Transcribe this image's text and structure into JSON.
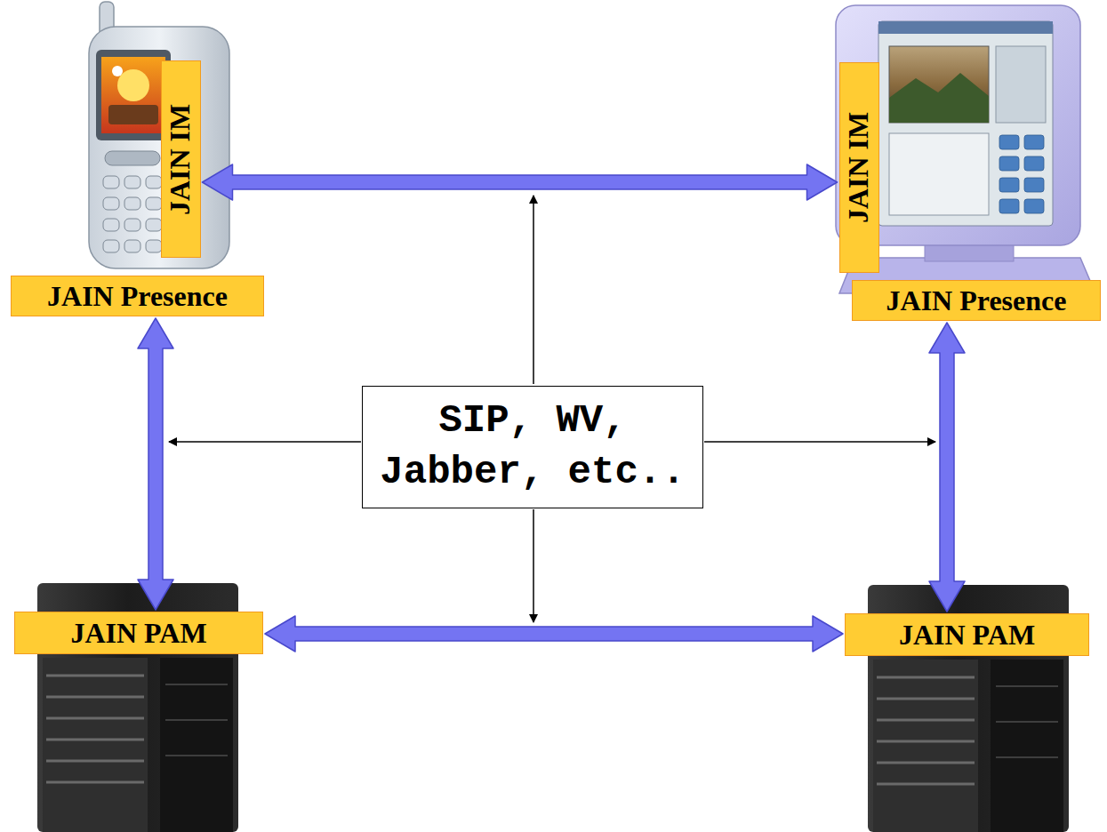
{
  "diagram": {
    "nodes": [
      {
        "text": [
          "JAIN IM"
        ]
      },
      {
        "text": [
          "JAIN IM"
        ]
      },
      {
        "text": [
          "JAIN Presence"
        ]
      },
      {
        "text": [
          "JAIN Presence"
        ]
      },
      {
        "text": [
          "SIP, WV, Jabber, etc.."
        ]
      },
      {
        "text": [
          "JAIN PAM"
        ]
      },
      {
        "text": [
          "JAIN PAM"
        ]
      }
    ],
    "edges": [
      {
        "from": 0,
        "to": 1,
        "arrow": "both"
      },
      {
        "from": 2,
        "to": 5,
        "arrow": "both"
      },
      {
        "from": 3,
        "to": 6,
        "arrow": "both"
      },
      {
        "from": 5,
        "to": 6,
        "arrow": "both"
      }
    ]
  }
}
